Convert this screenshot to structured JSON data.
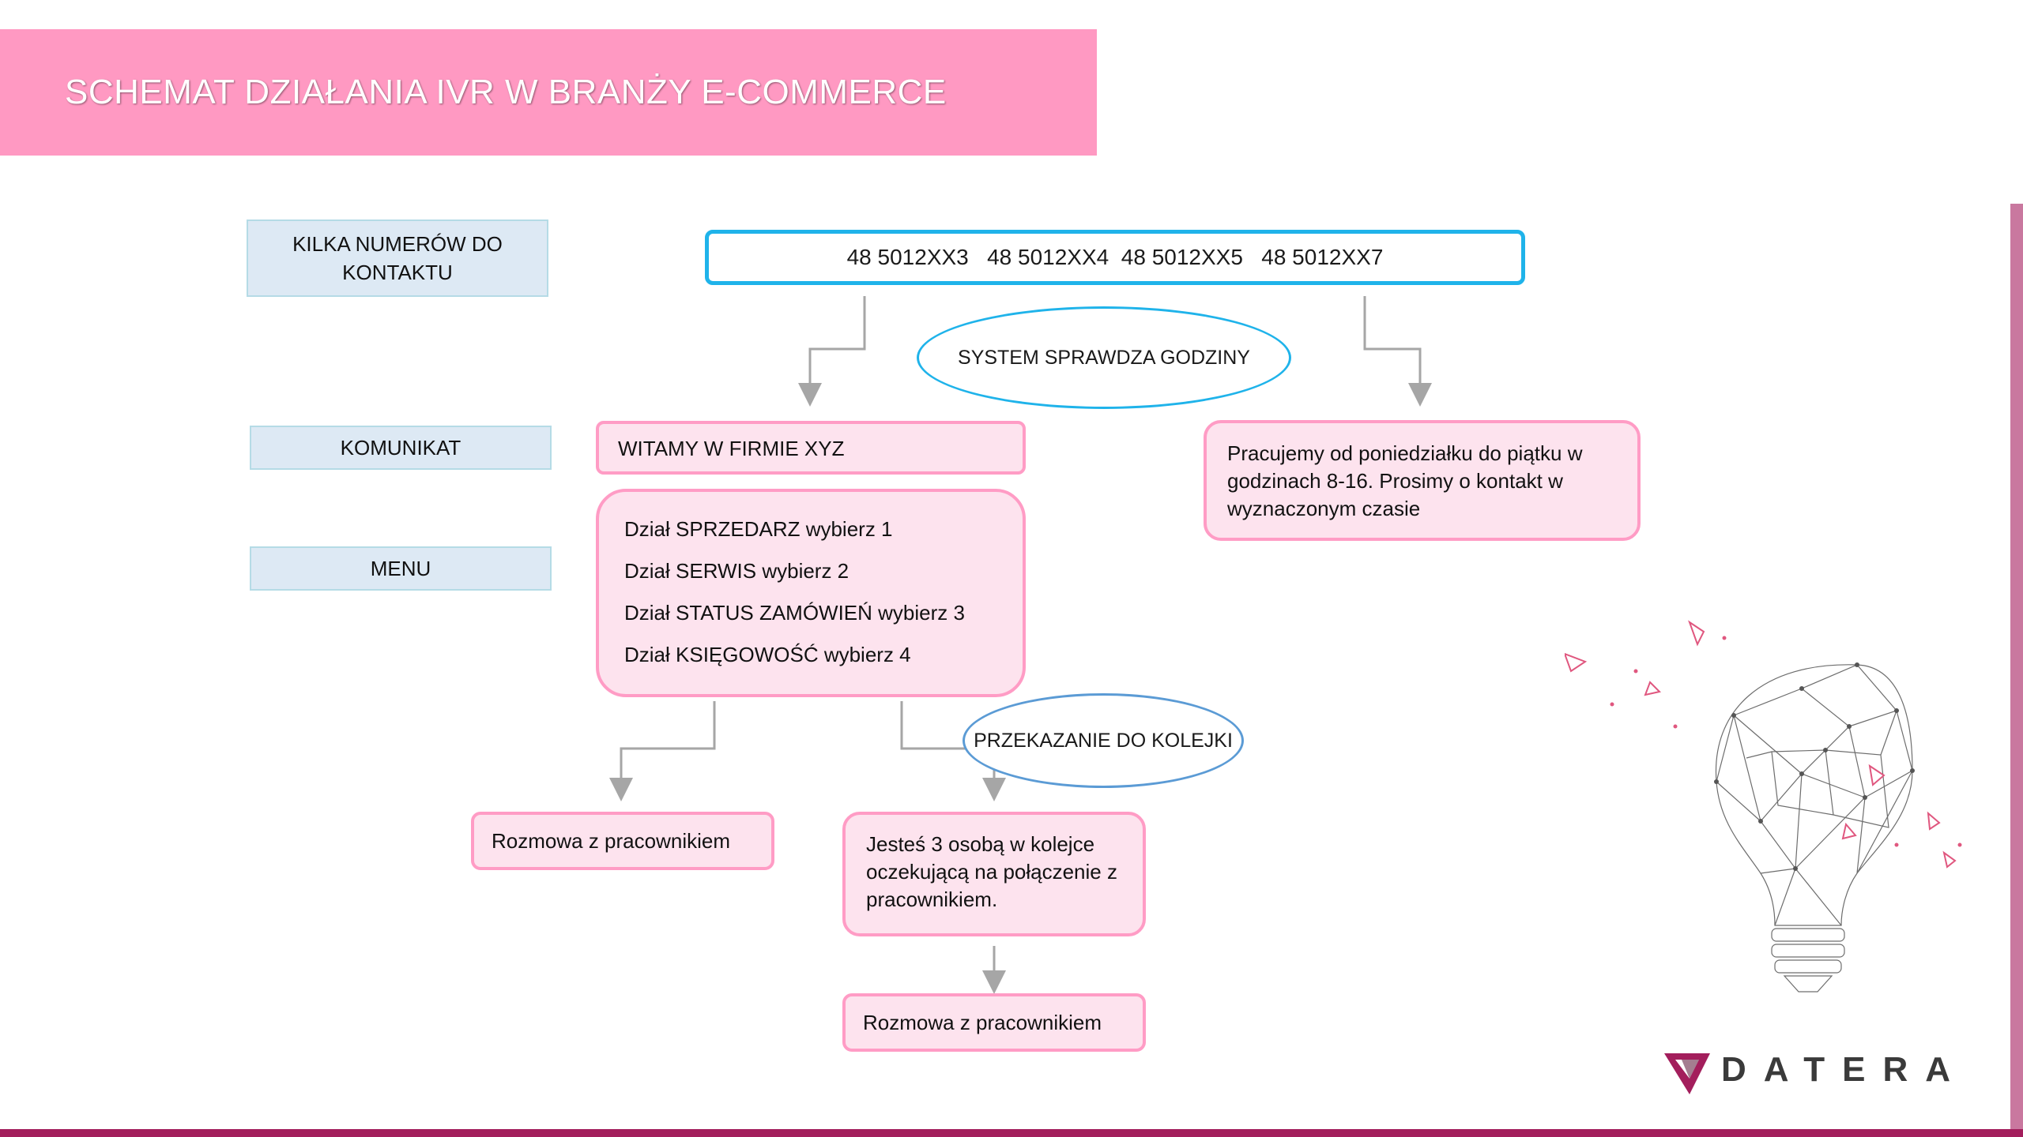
{
  "title": "SCHEMAT DZIAŁANIA IVR W BRANŻY E-COMMERCE",
  "labels": {
    "contacts": "KILKA NUMERÓW DO KONTAKTU",
    "message": "KOMUNIKAT",
    "menu": "MENU"
  },
  "numbers": "48 5012XX3   48 5012XX4  48 5012XX5   48 5012XX7",
  "check_hours": "SYSTEM SPRAWDZA GODZINY",
  "welcome": "WITAMY W FIRMIE XYZ",
  "menu_items": [
    "Dział SPRZEDARZ wybierz 1",
    "Dział SERWIS wybierz 2",
    "Dział STATUS ZAMÓWIEŃ wybierz 3",
    "Dział KSIĘGOWOŚĆ wybierz 4"
  ],
  "closed_message": "Pracujemy od poniedziałku do piątku w godzinach 8-16. Prosimy o kontakt w wyznaczonym czasie",
  "queue_transfer": "PRZEKAZANIE DO KOLEJKI",
  "talk_left": "Rozmowa z pracownikiem",
  "queue_position": "Jesteś 3 osobą w kolejce oczekującą na połączenie z pracownikiem.",
  "talk_bottom": "Rozmowa z pracownikiem",
  "logo": "DATERA",
  "colors": {
    "banner": "#ff99c2",
    "accent_blue": "#1fb3ea",
    "ellipse_blue": "#5b9bd5",
    "pink_border": "#ff9cc5",
    "pink_fill": "#fde3ee",
    "label_fill": "#dde9f4",
    "brand_dark": "#a31e5c"
  }
}
